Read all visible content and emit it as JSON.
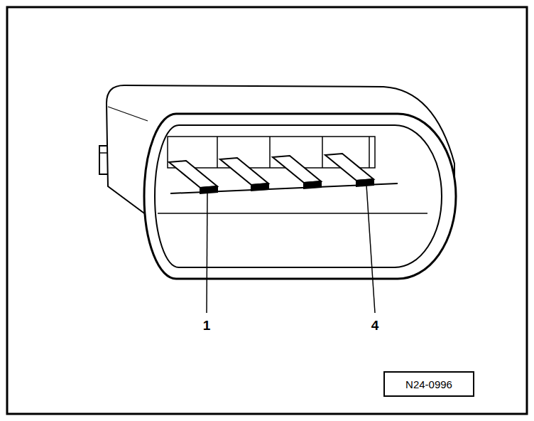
{
  "diagram": {
    "nodes": [
      {
        "text": [
          "N24-0996"
        ]
      }
    ],
    "labels": [
      "1",
      "4"
    ]
  }
}
